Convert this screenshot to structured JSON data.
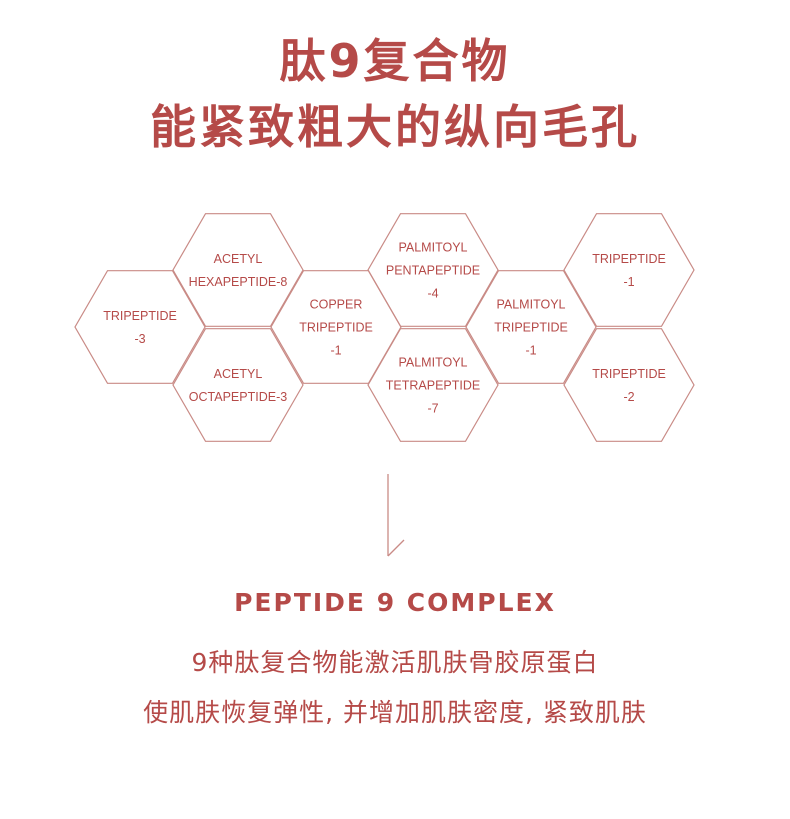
{
  "headline": {
    "line1": "肽9复合物",
    "line2": "能紧致粗大的纵向毛孔"
  },
  "hexagons": [
    {
      "id": "tripeptide-3",
      "lines": [
        "TRIPEPTIDE",
        "-3"
      ]
    },
    {
      "id": "acetyl-hexapeptide-8",
      "lines": [
        "ACETYL",
        "HEXAPEPTIDE-8"
      ]
    },
    {
      "id": "acetyl-octapeptide-3",
      "lines": [
        "ACETYL",
        "OCTAPEPTIDE-3"
      ]
    },
    {
      "id": "copper-tripeptide-1",
      "lines": [
        "COPPER",
        "TRIPEPTIDE",
        "-1"
      ]
    },
    {
      "id": "palmitoyl-pentapeptide-4",
      "lines": [
        "PALMITOYL",
        "PENTAPEPTIDE",
        "-4"
      ]
    },
    {
      "id": "palmitoyl-tetrapeptide-7",
      "lines": [
        "PALMITOYL",
        "TETRAPEPTIDE",
        "-7"
      ]
    },
    {
      "id": "palmitoyl-tripeptide-1",
      "lines": [
        "PALMITOYL",
        "TRIPEPTIDE",
        "-1"
      ]
    },
    {
      "id": "tripeptide-1",
      "lines": [
        "TRIPEPTIDE",
        "-1"
      ]
    },
    {
      "id": "tripeptide-2",
      "lines": [
        "TRIPEPTIDE",
        "-2"
      ]
    }
  ],
  "complex": {
    "title": "PEPTIDE 9 COMPLEX",
    "desc_line1": "9种肽复合物能激活肌肤骨胶原蛋白",
    "desc_line2": "使肌肤恢复弹性, 并增加肌肤密度, 紧致肌肤"
  },
  "colors": {
    "accent": "#b54a48",
    "line": "#c98b86"
  },
  "icons": {
    "arrow": "arrow-down-icon"
  }
}
